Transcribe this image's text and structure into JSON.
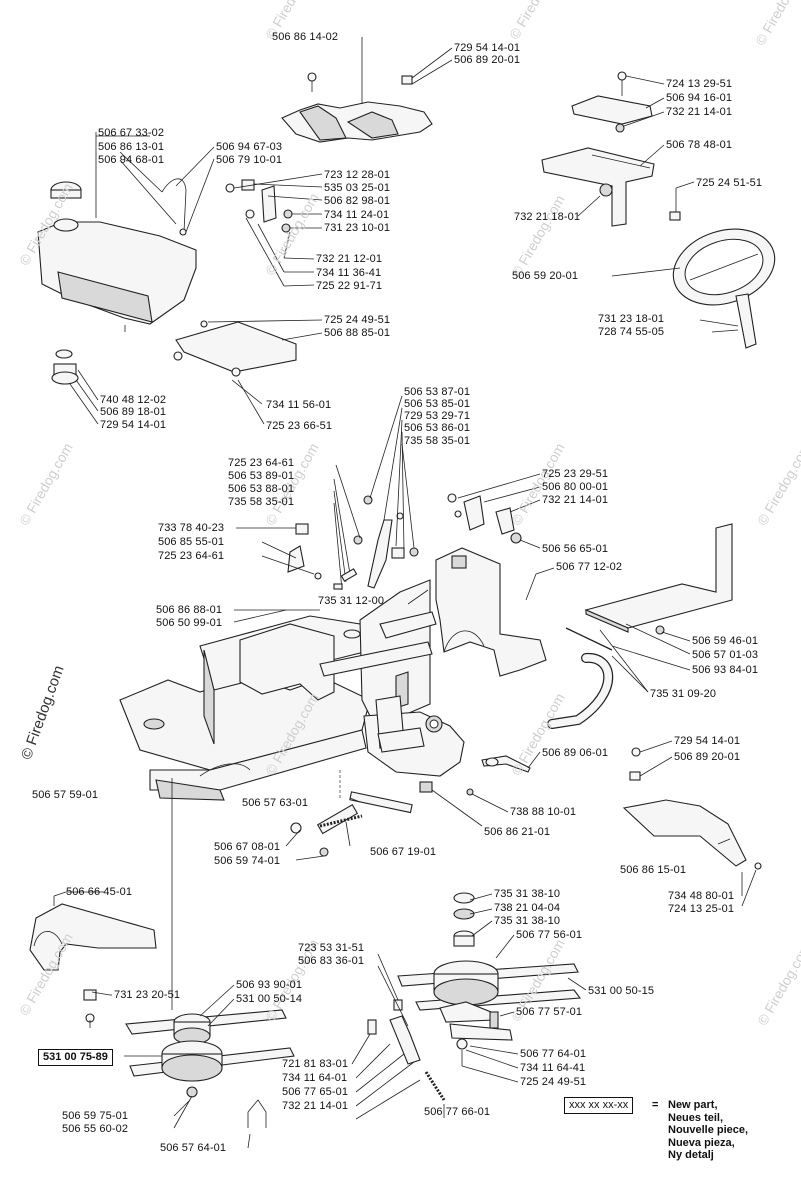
{
  "watermark": "© Firedog.com",
  "part_labels": [
    {
      "id": "l1",
      "text": "506 86 14-02"
    },
    {
      "id": "l2",
      "text": "729 54 14-01"
    },
    {
      "id": "l3",
      "text": "506 89 20-01"
    },
    {
      "id": "l4",
      "text": "724 13 29-51"
    },
    {
      "id": "l5",
      "text": "506 94 16-01"
    },
    {
      "id": "l6",
      "text": "732 21 14-01"
    },
    {
      "id": "l7",
      "text": "506 67 33-02"
    },
    {
      "id": "l8",
      "text": "506 86 13-01"
    },
    {
      "id": "l9",
      "text": "506 94 68-01"
    },
    {
      "id": "l10",
      "text": "506 94 67-03"
    },
    {
      "id": "l11",
      "text": "506 79 10-01"
    },
    {
      "id": "l12",
      "text": "506 78 48-01"
    },
    {
      "id": "l13",
      "text": "723 12 28-01"
    },
    {
      "id": "l14",
      "text": "535 03 25-01"
    },
    {
      "id": "l15",
      "text": "506 82 98-01"
    },
    {
      "id": "l16",
      "text": "734 11 24-01"
    },
    {
      "id": "l17",
      "text": "731 23 10-01"
    },
    {
      "id": "l18",
      "text": "725 24 51-51"
    },
    {
      "id": "l19",
      "text": "732 21 18-01"
    },
    {
      "id": "l20",
      "text": "732 21 12-01"
    },
    {
      "id": "l21",
      "text": "734 11 36-41"
    },
    {
      "id": "l22",
      "text": "725 22 91-71"
    },
    {
      "id": "l23",
      "text": "506 59 20-01"
    },
    {
      "id": "l24",
      "text": "725 24 49-51"
    },
    {
      "id": "l25",
      "text": "506 88 85-01"
    },
    {
      "id": "l26",
      "text": "731 23 18-01"
    },
    {
      "id": "l27",
      "text": "728 74 55-05"
    },
    {
      "id": "l28",
      "text": "740 48 12-02"
    },
    {
      "id": "l29",
      "text": "506 89 18-01"
    },
    {
      "id": "l30",
      "text": "729 54 14-01"
    },
    {
      "id": "l31",
      "text": "734 11 56-01"
    },
    {
      "id": "l32",
      "text": "725 23 66-51"
    },
    {
      "id": "l33",
      "text": "506 53 87-01"
    },
    {
      "id": "l34",
      "text": "506 53 85-01"
    },
    {
      "id": "l35",
      "text": "729 53 29-71"
    },
    {
      "id": "l36",
      "text": "506 53 86-01"
    },
    {
      "id": "l37",
      "text": "735 58 35-01"
    },
    {
      "id": "l38",
      "text": "725 23 64-61"
    },
    {
      "id": "l39",
      "text": "506 53 89-01"
    },
    {
      "id": "l40",
      "text": "506 53 88-01"
    },
    {
      "id": "l41",
      "text": "735 58 35-01"
    },
    {
      "id": "l42",
      "text": "725 23 29-51"
    },
    {
      "id": "l43",
      "text": "506 80 00-01"
    },
    {
      "id": "l44",
      "text": "732 21 14-01"
    },
    {
      "id": "l45",
      "text": "733 78 40-23"
    },
    {
      "id": "l46",
      "text": "506 85 55-01"
    },
    {
      "id": "l47",
      "text": "725 23 64-61"
    },
    {
      "id": "l48",
      "text": "506 56 65-01"
    },
    {
      "id": "l49",
      "text": "506 77 12-02"
    },
    {
      "id": "l50",
      "text": "735 31 12-00"
    },
    {
      "id": "l51",
      "text": "506 86 88-01"
    },
    {
      "id": "l52",
      "text": "506 50 99-01"
    },
    {
      "id": "l53",
      "text": "506 59 46-01"
    },
    {
      "id": "l54",
      "text": "506 57 01-03"
    },
    {
      "id": "l55",
      "text": "506 93 84-01"
    },
    {
      "id": "l56",
      "text": "735 31 09-20"
    },
    {
      "id": "l57",
      "text": "506 89 06-01"
    },
    {
      "id": "l58",
      "text": "729 54 14-01"
    },
    {
      "id": "l59",
      "text": "506 89 20-01"
    },
    {
      "id": "l60",
      "text": "506 57 59-01"
    },
    {
      "id": "l61",
      "text": "506 57 63-01"
    },
    {
      "id": "l62",
      "text": "738 88 10-01"
    },
    {
      "id": "l63",
      "text": "506 86 21-01"
    },
    {
      "id": "l64",
      "text": "506 67 08-01"
    },
    {
      "id": "l65",
      "text": "506 59 74-01"
    },
    {
      "id": "l66",
      "text": "506 67 19-01"
    },
    {
      "id": "l67",
      "text": "506 86 15-01"
    },
    {
      "id": "l68",
      "text": "506 66 45-01"
    },
    {
      "id": "l69",
      "text": "734 48 80-01"
    },
    {
      "id": "l70",
      "text": "724 13 25-01"
    },
    {
      "id": "l71",
      "text": "735 31 38-10"
    },
    {
      "id": "l72",
      "text": "738 21 04-04"
    },
    {
      "id": "l73",
      "text": "735 31 38-10"
    },
    {
      "id": "l74",
      "text": "506 77 56-01"
    },
    {
      "id": "l75",
      "text": "723 53 31-51"
    },
    {
      "id": "l76",
      "text": "506 83 36-01"
    },
    {
      "id": "l77",
      "text": "731 23 20-51"
    },
    {
      "id": "l78",
      "text": "506 93 90-01"
    },
    {
      "id": "l79",
      "text": "531 00 50-14"
    },
    {
      "id": "l80",
      "text": "531 00 50-15"
    },
    {
      "id": "l81",
      "text": "506 77 57-01"
    },
    {
      "id": "l82",
      "text": "721 81 83-01"
    },
    {
      "id": "l83",
      "text": "734 11 64-01"
    },
    {
      "id": "l84",
      "text": "506 77 65-01"
    },
    {
      "id": "l85",
      "text": "732 21 14-01"
    },
    {
      "id": "l86",
      "text": "506 77 64-01"
    },
    {
      "id": "l87",
      "text": "734 11 64-41"
    },
    {
      "id": "l88",
      "text": "725 24 49-51"
    },
    {
      "id": "l89",
      "text": "506 59 75-01"
    },
    {
      "id": "l90",
      "text": "506 55 60-02"
    },
    {
      "id": "l91",
      "text": "506 57 64-01"
    },
    {
      "id": "l92",
      "text": "506 77 66-01"
    }
  ],
  "boxed_part": "531 00 75-89",
  "legend": {
    "code": "xxx xx xx-xx",
    "equals": "=",
    "lines": [
      "New part,",
      "Neues teil,",
      "Nouvelle piece,",
      "Nueva pieza,",
      "Ny detalj"
    ]
  }
}
